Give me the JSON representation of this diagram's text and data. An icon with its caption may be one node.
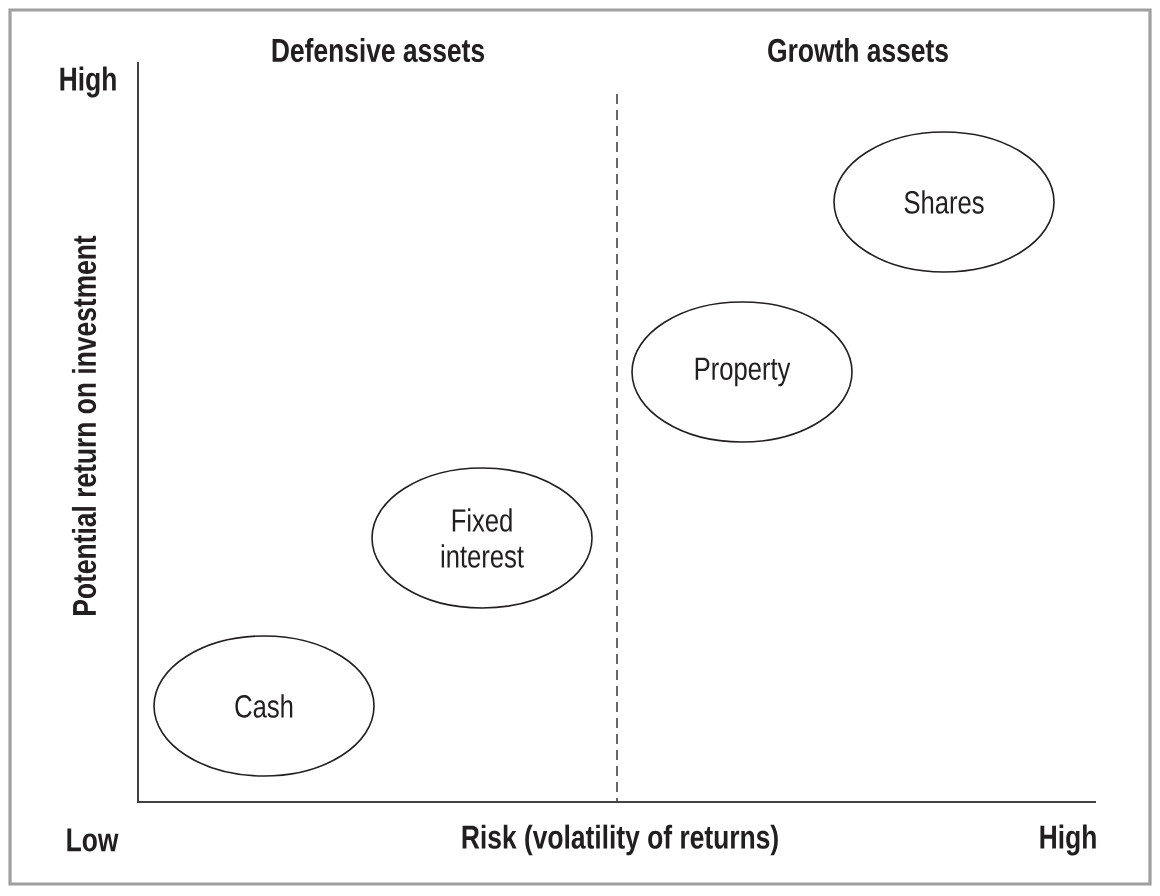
{
  "diagram": {
    "nodes": [
      {
        "text": [
          "Cash"
        ]
      },
      {
        "text": [
          "Fixed interest"
        ]
      },
      {
        "text": [
          "Property"
        ]
      },
      {
        "text": [
          "Shares"
        ]
      }
    ],
    "labels": [
      "Defensive assets",
      "Growth assets",
      "High",
      "Potential return on investment",
      "Low",
      "Risk (volatility of returns)",
      "High"
    ]
  }
}
